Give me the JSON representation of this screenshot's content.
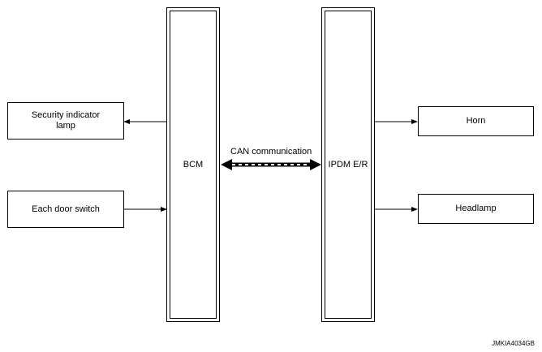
{
  "bcm": {
    "label": "BCM"
  },
  "ipdm": {
    "label": "IPDM E/R"
  },
  "security_lamp": {
    "label": "Security indicator\nlamp"
  },
  "door_switch": {
    "label": "Each door switch"
  },
  "horn": {
    "label": "Horn"
  },
  "headlamp": {
    "label": "Headlamp"
  },
  "can": {
    "label": "CAN communication"
  },
  "figure_code": "JMKIA4034GB"
}
